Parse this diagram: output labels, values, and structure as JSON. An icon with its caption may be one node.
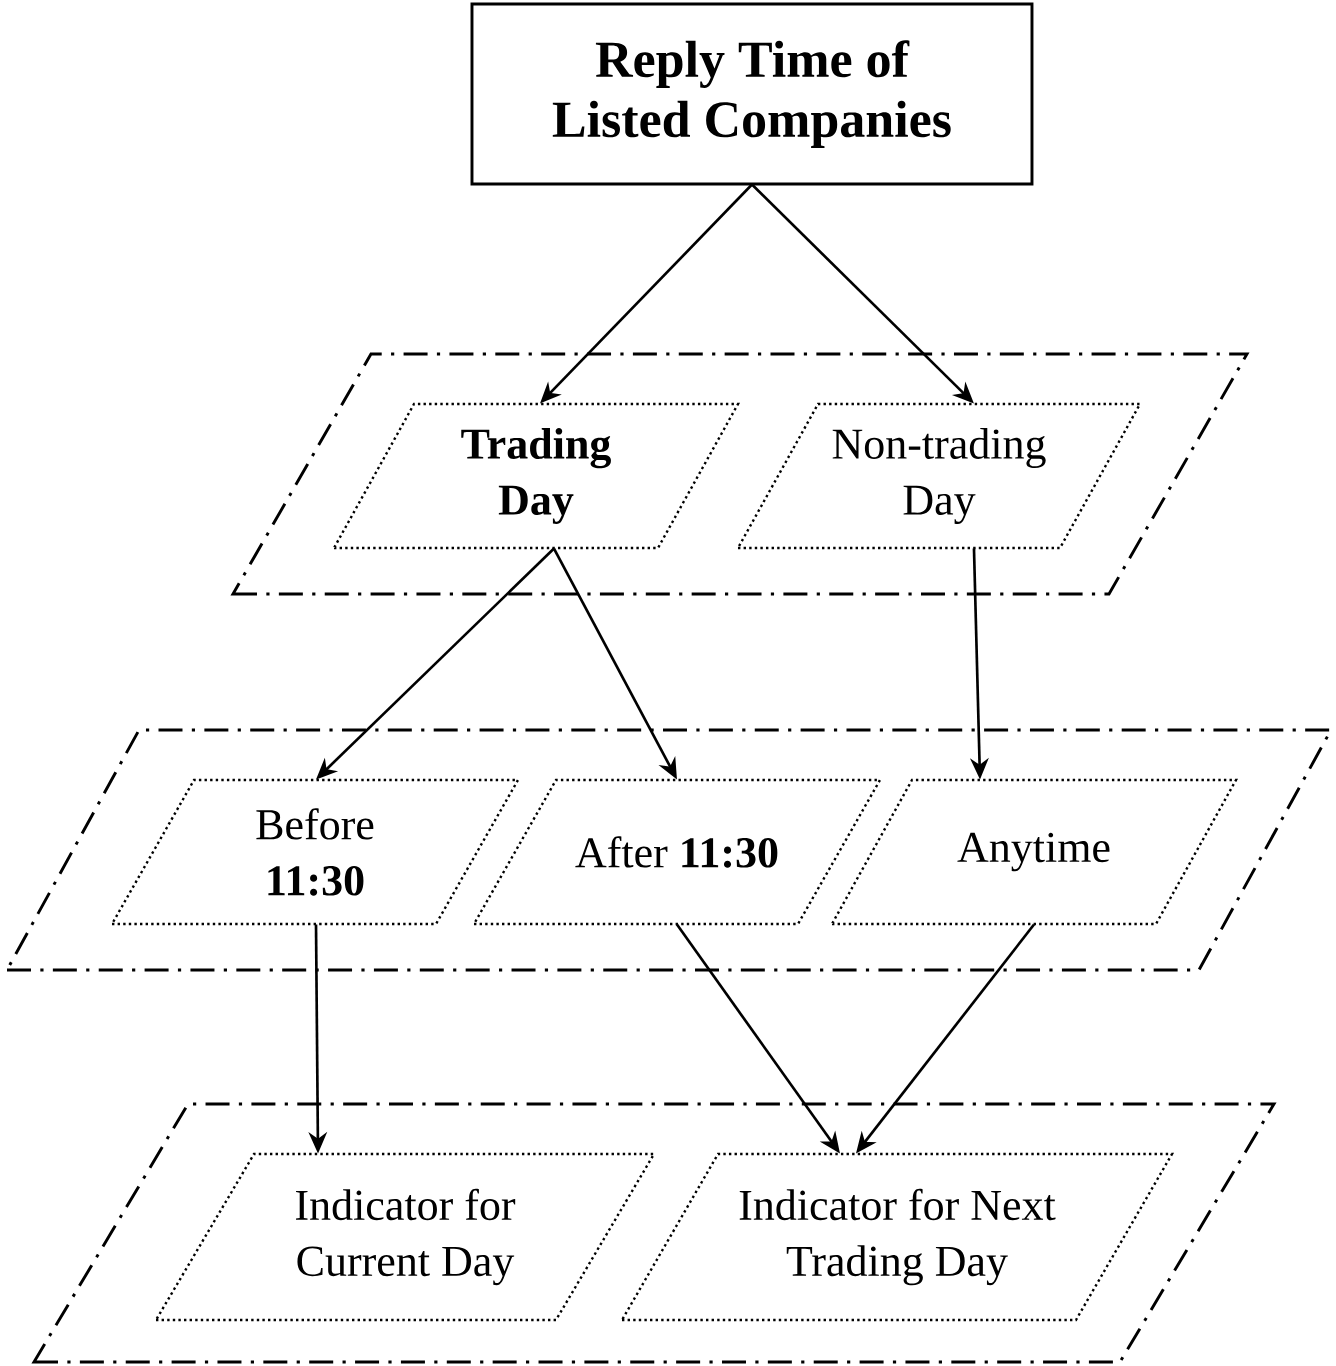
{
  "diagram": {
    "nodes": [
      {
        "text": [
          "Reply Time of Listed Companies"
        ]
      },
      {
        "text": [],
        "shape": "parallelogram"
      },
      {
        "text": [
          "Trading Day"
        ],
        "in": 1
      },
      {
        "text": [
          "Non-trading Day"
        ],
        "in": 1
      },
      {
        "text": [],
        "shape": "parallelogram"
      },
      {
        "text": [
          "Before **11:30**"
        ],
        "in": 4
      },
      {
        "text": [
          "After **11:30**"
        ],
        "in": 4
      },
      {
        "text": [
          "Anytime"
        ],
        "in": 4
      },
      {
        "text": [],
        "shape": "parallelogram"
      },
      {
        "text": [
          "Indicator for Current Day"
        ],
        "in": 8
      },
      {
        "text": [
          "Indicator for Next Trading Day"
        ],
        "in": 8
      }
    ],
    "edges": [
      {
        "from": 0,
        "to": 2,
        "arrow": "to"
      },
      {
        "from": 0,
        "to": 3,
        "arrow": "to"
      },
      {
        "from": 2,
        "to": 5,
        "arrow": "to"
      },
      {
        "from": 2,
        "to": 6,
        "arrow": "to"
      },
      {
        "from": 3,
        "to": 7,
        "arrow": "to"
      },
      {
        "from": 5,
        "to": 9,
        "arrow": "to"
      },
      {
        "from": 6,
        "to": 10,
        "arrow": "to"
      },
      {
        "from": 7,
        "to": 10,
        "arrow": "to"
      }
    ]
  }
}
